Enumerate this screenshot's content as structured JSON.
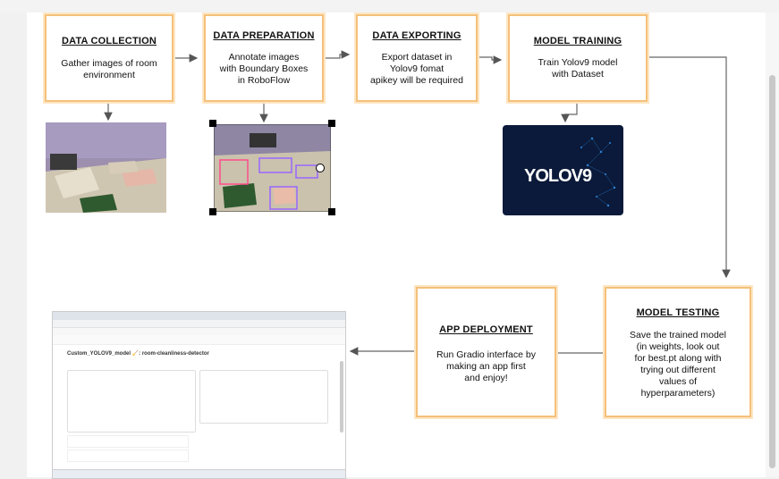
{
  "steps": {
    "collection": {
      "title": "DATA COLLECTION",
      "desc": "Gather images of room\nenvironment"
    },
    "preparation": {
      "title": "DATA PREPARATION",
      "desc": "Annotate images\nwith Boundary Boxes\nin RoboFlow"
    },
    "exporting": {
      "title": "DATA EXPORTING",
      "desc": "Export dataset in\nYolov9 fomat\napikey will be required"
    },
    "training": {
      "title": "MODEL TRAINING",
      "desc": "Train Yolov9 model\nwith Dataset"
    },
    "testing": {
      "title": "MODEL TESTING",
      "desc": "Save the trained model\n(in weights, look out\nfor best.pt along with\ntrying out different\nvalues of\nhyperparameters)"
    },
    "deployment": {
      "title": "APP DEPLOYMENT",
      "desc": "Run Gradio interface by\nmaking an app first\nand enjoy!"
    }
  },
  "images": {
    "yolo_logo_text": "YOLOV9",
    "app_title": "Custom_YOLOV9_model 🧹: room-cleanliness-detector"
  },
  "colors": {
    "box_border": "#f5c07a",
    "arrow": "#555555",
    "yolo_bg": "#0b1a3a"
  }
}
